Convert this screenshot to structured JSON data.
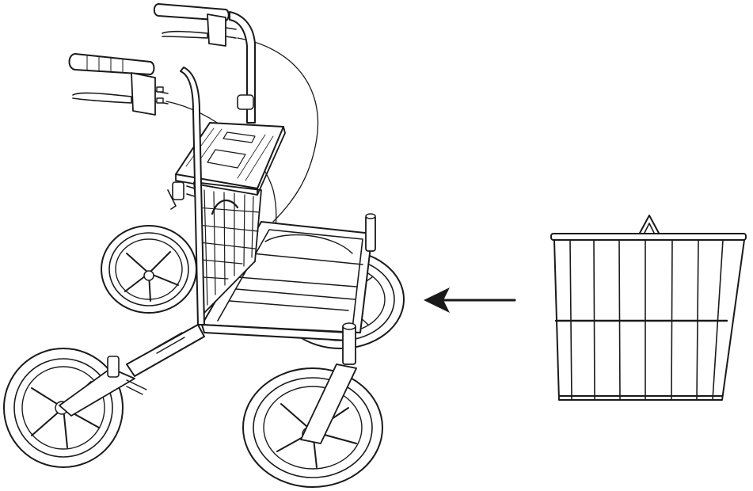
{
  "figure": {
    "items": [
      {
        "name": "rollator-walker",
        "label": ""
      },
      {
        "name": "wire-basket",
        "label": ""
      }
    ],
    "arrow": {
      "direction": "left"
    },
    "colors": {
      "ink": "#1a1a1a",
      "background": "#ffffff"
    }
  }
}
